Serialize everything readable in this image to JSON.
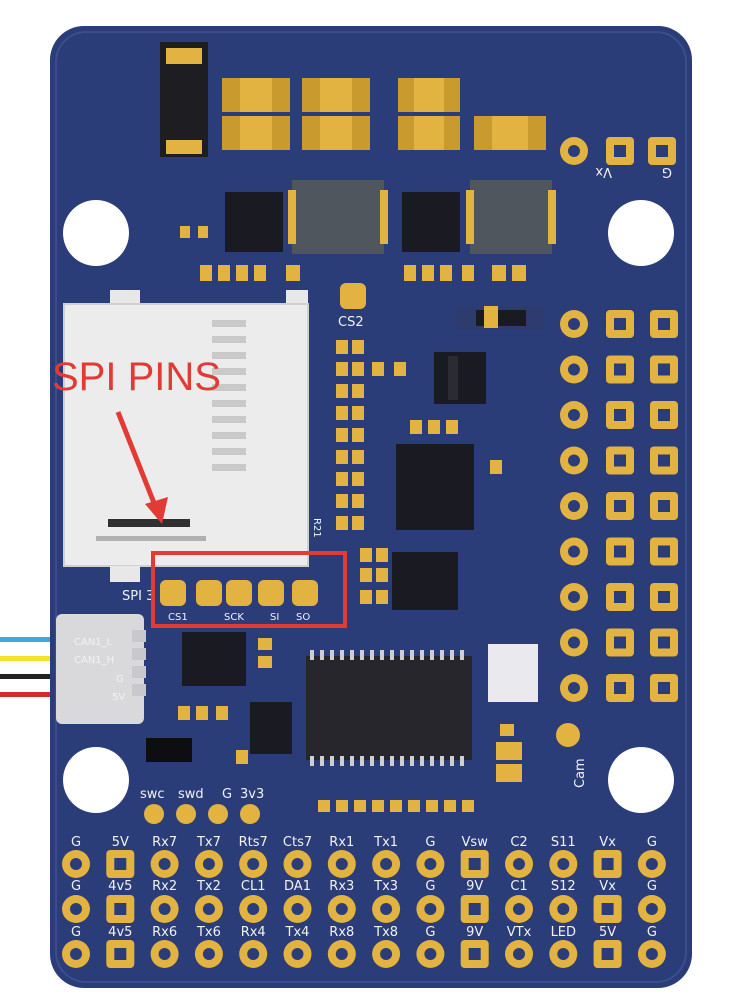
{
  "annotation": {
    "label": "SPI PINS",
    "color": "#e23b35"
  },
  "board": {
    "color": "#2b3d79",
    "pad_color": "#e3b341",
    "silk_color": "#f2f2f2",
    "silkscreen": {
      "cs2": "CS2",
      "spi3": "SPI 3",
      "spi_pins": [
        "CS1",
        "SCK",
        "SI",
        "SO"
      ],
      "can": [
        "CAN1_L",
        "CAN1_H",
        "G",
        "5V"
      ],
      "debug": [
        "swc",
        "swd",
        "G",
        "3v3"
      ],
      "vx": "Vx",
      "g": "G",
      "cam": "Cam",
      "r21": "R21",
      "row1": [
        "G",
        "5V",
        "Rx7",
        "Tx7",
        "Rts7",
        "Cts7",
        "Rx1",
        "Tx1",
        "G",
        "Vsw",
        "C2",
        "S11",
        "Vx",
        "G"
      ],
      "row2": [
        "G",
        "4v5",
        "Rx2",
        "Tx2",
        "CL1",
        "DA1",
        "Rx3",
        "Tx3",
        "G",
        "9V",
        "C1",
        "S12",
        "Vx",
        "G"
      ],
      "row3": [
        "G",
        "4v5",
        "Rx6",
        "Tx6",
        "Rx4",
        "Tx4",
        "Rx8",
        "Tx8",
        "G",
        "9V",
        "VTx",
        "LED",
        "5V",
        "G"
      ]
    }
  },
  "wires": [
    "#3fa9dd",
    "#f3e42a",
    "#222222",
    "#d42a2a"
  ]
}
